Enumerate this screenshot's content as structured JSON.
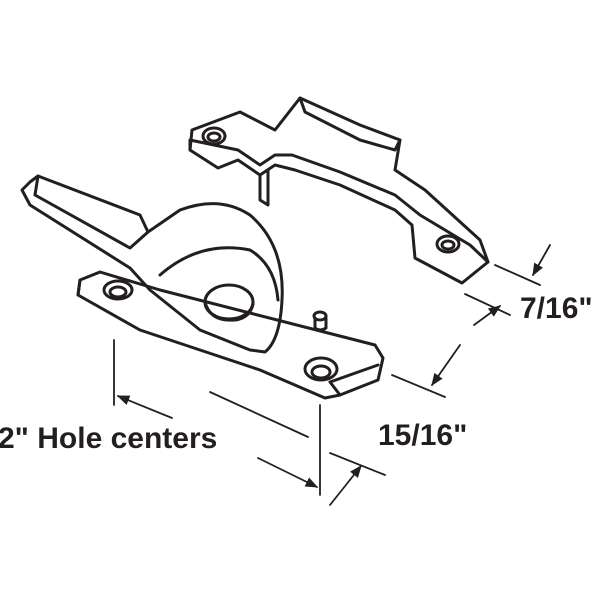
{
  "labels": {
    "hole_centers": "2\" Hole centers",
    "width": "15/16\"",
    "height": "7/16\""
  },
  "colors": {
    "line": "#231f20",
    "background": "#ffffff"
  }
}
